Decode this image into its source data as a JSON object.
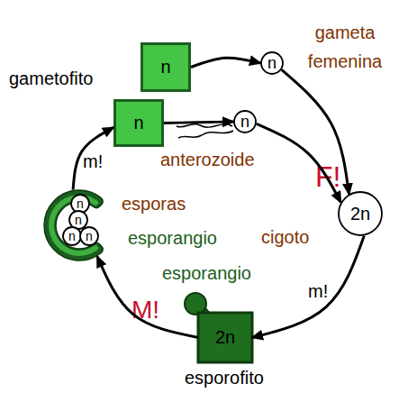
{
  "diagram": {
    "nodes": [
      {
        "text": [
          "n"
        ]
      },
      {
        "text": [
          "n"
        ]
      },
      {
        "text": [
          "n"
        ]
      },
      {
        "text": [
          "n"
        ]
      },
      {
        "text": [
          "2n"
        ]
      },
      {
        "text": [
          "2n"
        ]
      },
      {
        "text": [
          "esporangio"
        ]
      },
      {
        "text": [
          "n"
        ],
        "in": 6
      },
      {
        "text": [
          "n"
        ],
        "in": 6
      },
      {
        "text": [
          "n"
        ],
        "in": 6
      },
      {
        "text": [
          "n"
        ],
        "in": 6
      }
    ],
    "edges": [
      {
        "from": 0,
        "to": 1,
        "arrow": "to"
      },
      {
        "from": 2,
        "to": 3,
        "arrow": "to"
      },
      {
        "from": 1,
        "to": 4,
        "arrow": "to"
      },
      {
        "from": 3,
        "to": 4,
        "arrow": "to"
      },
      {
        "from": 4,
        "to": 5,
        "label": "m!",
        "arrow": "to"
      },
      {
        "from": 5,
        "to": 6,
        "label": "M!",
        "arrow": "to"
      },
      {
        "from": 6,
        "to": 2,
        "label": "m!",
        "arrow": "to"
      }
    ],
    "labels": [
      "gametofito",
      "gameta femenina",
      "anterozoide",
      "F!",
      "cigoto",
      "esporangio",
      "esporofito",
      "esporas"
    ]
  }
}
